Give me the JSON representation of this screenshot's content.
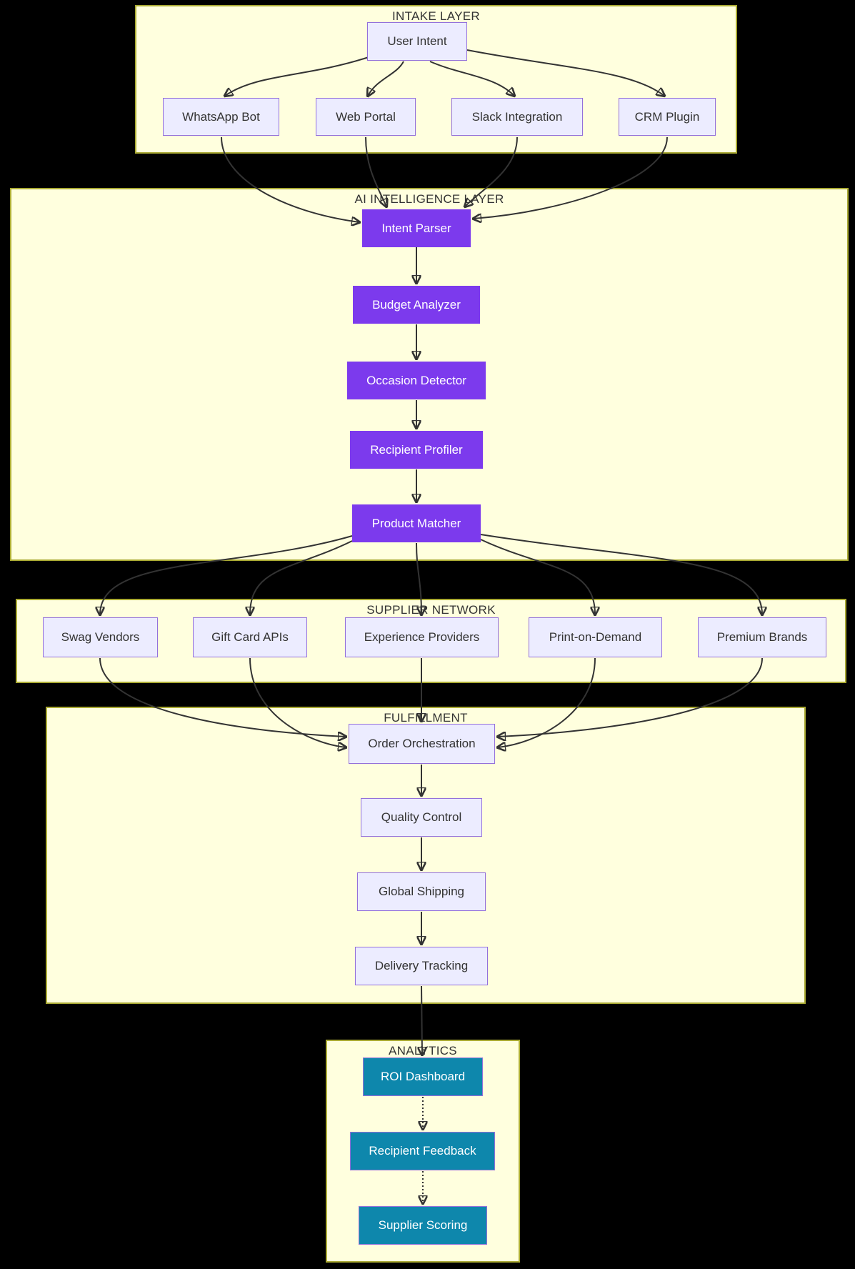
{
  "layers": {
    "intake": {
      "title": "INTAKE LAYER"
    },
    "ai": {
      "title": "AI INTELLIGENCE LAYER"
    },
    "supplier": {
      "title": "SUPPLIER NETWORK"
    },
    "fulfillment": {
      "title": "FULFILLMENT"
    },
    "analytics": {
      "title": "ANALYTICS"
    }
  },
  "nodes": {
    "user_intent": {
      "label": "User Intent"
    },
    "whatsapp_bot": {
      "label": "WhatsApp Bot"
    },
    "web_portal": {
      "label": "Web Portal"
    },
    "slack_integration": {
      "label": "Slack Integration"
    },
    "crm_plugin": {
      "label": "CRM Plugin"
    },
    "intent_parser": {
      "label": "Intent Parser"
    },
    "budget_analyzer": {
      "label": "Budget Analyzer"
    },
    "occasion_detector": {
      "label": "Occasion Detector"
    },
    "recipient_profiler": {
      "label": "Recipient Profiler"
    },
    "product_matcher": {
      "label": "Product Matcher"
    },
    "swag_vendors": {
      "label": "Swag Vendors"
    },
    "gift_card_apis": {
      "label": "Gift Card APIs"
    },
    "experience_providers": {
      "label": "Experience Providers"
    },
    "print_on_demand": {
      "label": "Print-on-Demand"
    },
    "premium_brands": {
      "label": "Premium Brands"
    },
    "order_orchestration": {
      "label": "Order Orchestration"
    },
    "quality_control": {
      "label": "Quality Control"
    },
    "global_shipping": {
      "label": "Global Shipping"
    },
    "delivery_tracking": {
      "label": "Delivery Tracking"
    },
    "roi_dashboard": {
      "label": "ROI Dashboard"
    },
    "recipient_feedback": {
      "label": "Recipient Feedback"
    },
    "supplier_scoring": {
      "label": "Supplier Scoring"
    }
  },
  "colors": {
    "background": "#000000",
    "layer_fill": "#ffffde",
    "layer_border": "#aaaa33",
    "node_fill": "#ececff",
    "node_border": "#9370db",
    "ai_node_fill": "#7c3aed",
    "analytics_node_fill": "#0e87ac",
    "edge": "#333333",
    "text_dark": "#333333",
    "text_light": "#ffffff"
  }
}
